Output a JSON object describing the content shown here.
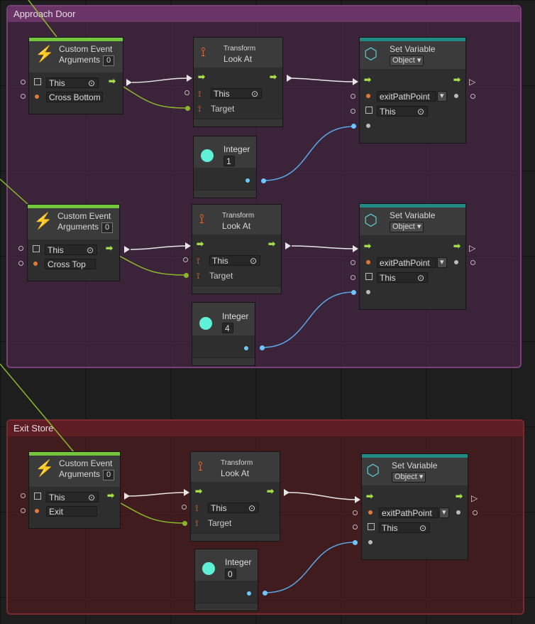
{
  "groups": [
    {
      "id": "approach",
      "title": "Approach Door"
    },
    {
      "id": "exit",
      "title": "Exit Store"
    }
  ],
  "event_node": {
    "title": "Custom Event",
    "args_label": "Arguments",
    "args_count": "0",
    "self_value": "This"
  },
  "transform_node": {
    "title_small": "Transform",
    "title": "Look At",
    "self_value": "This",
    "target_label": "Target"
  },
  "integer_node": {
    "title": "Integer"
  },
  "setvar_node": {
    "title": "Set Variable",
    "kind": "Object",
    "var_name": "exitPathPoint",
    "self_value": "This"
  },
  "rows": [
    {
      "event_name": "Cross Bottom",
      "integer_value": "1"
    },
    {
      "event_name": "Cross Top",
      "integer_value": "4"
    },
    {
      "event_name": "Exit",
      "integer_value": "0"
    }
  ],
  "colors": {
    "flow_arrow": "#a8e04b",
    "wire_flow": "#e6e6e6",
    "wire_green": "#8ab82a",
    "wire_blue": "#5aa8e8",
    "event_bar": "#74c63d",
    "setvar_bar": "#1f8a86"
  }
}
